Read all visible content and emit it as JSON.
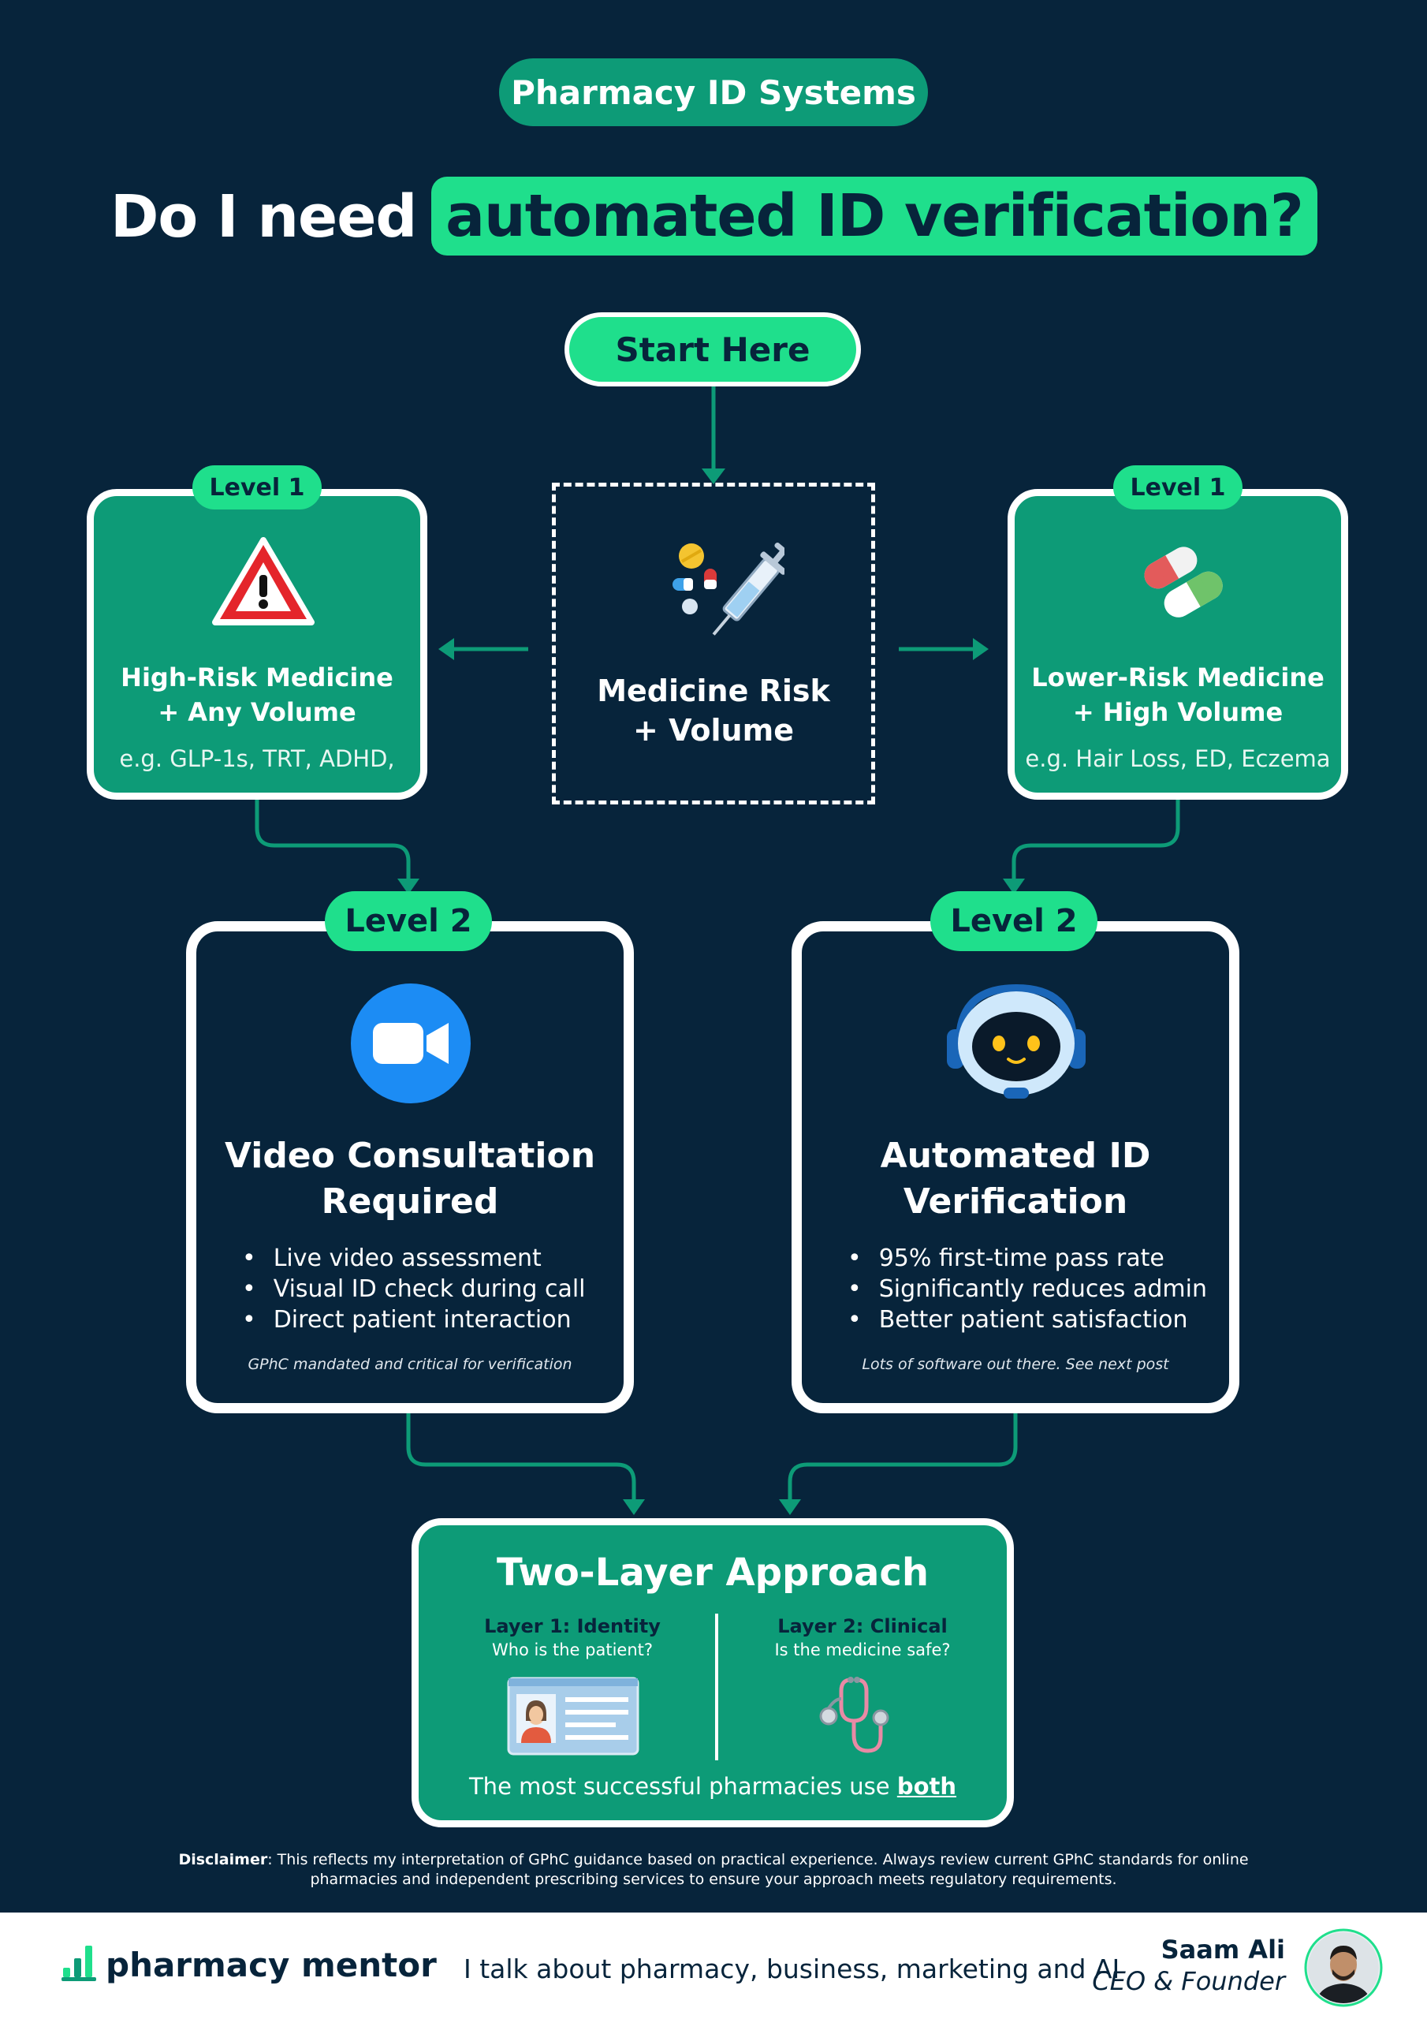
{
  "header": {
    "category_pill": "Pharmacy ID Systems",
    "title_plain": "Do I need",
    "title_highlight": "automated ID verification?"
  },
  "flow": {
    "start_label": "Start Here",
    "center": {
      "line1": "Medicine Risk",
      "line2": "+ Volume"
    },
    "left_level1": {
      "badge": "Level 1",
      "line1": "High-Risk Medicine",
      "line2": "+ Any Volume",
      "example": "e.g. GLP-1s, TRT, ADHD,"
    },
    "right_level1": {
      "badge": "Level 1",
      "line1": "Lower-Risk Medicine",
      "line2": "+ High Volume",
      "example": "e.g. Hair Loss, ED, Eczema"
    },
    "left_level2": {
      "badge": "Level 2",
      "line1": "Video Consultation",
      "line2": "Required",
      "bullets": [
        "Live video assessment",
        "Visual ID check during call",
        "Direct patient interaction"
      ],
      "note": "GPhC mandated and critical for verification"
    },
    "right_level2": {
      "badge": "Level 2",
      "line1": "Automated ID",
      "line2": "Verification",
      "bullets": [
        "95% first-time pass rate",
        "Significantly reduces admin",
        "Better patient satisfaction"
      ],
      "note": "Lots of software out there. See next post"
    },
    "two_layer": {
      "title": "Two-Layer Approach",
      "layer1_title": "Layer 1: Identity",
      "layer1_sub": "Who is the patient?",
      "layer2_title": "Layer 2: Clinical",
      "layer2_sub": "Is the medicine safe?",
      "footer_text": "The most successful pharmacies use",
      "footer_emphasis": "both"
    }
  },
  "disclaimer": {
    "label": "Disclaimer",
    "text": ": This reflects my interpretation of GPhC guidance based on practical experience. Always review current GPhC standards for online pharmacies and independent prescribing services to ensure your approach meets regulatory requirements."
  },
  "footer": {
    "brand": "pharmacy mentor",
    "tagline": "I talk about pharmacy, business, marketing and AI",
    "author_name": "Saam Ali",
    "author_role": "CEO & Founder"
  },
  "colors": {
    "background": "#07243b",
    "accent": "#1fdf8c",
    "card_green": "#0d9b77",
    "white": "#ffffff"
  },
  "icons": [
    "warning-icon",
    "pills-syringe-icon",
    "capsule-icon",
    "video-camera-icon",
    "robot-icon",
    "id-card-icon",
    "stethoscope-icon",
    "logo-bars-icon",
    "avatar"
  ]
}
